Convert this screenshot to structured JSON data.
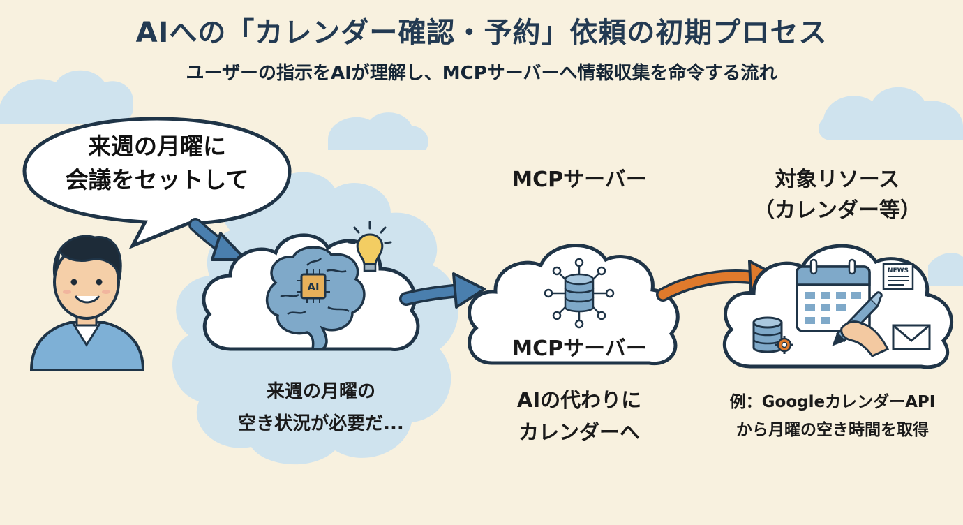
{
  "title": "AIへの「カレンダー確認・予約」依頼の初期プロセス",
  "subtitle": "ユーザーの指示をAIが理解し、MCPサーバーへ情報収集を命令する流れ",
  "user_bubble": {
    "line1": "来週の月曜に",
    "line2": "会議をセットして"
  },
  "ai_node": {
    "chip_label": "AI",
    "caption_line1": "来週の月曜の",
    "caption_line2": "空き状況が必要だ..."
  },
  "mcp_node": {
    "heading": "MCPサーバー",
    "label": "MCPサーバー",
    "caption_line1": "AIの代わりに",
    "caption_line2": "カレンダーへ"
  },
  "resource_node": {
    "heading_line1": "対象リソース",
    "heading_line2": "（カレンダー等）",
    "news_label": "NEWS",
    "caption_line1": "例：GoogleカレンダーAPI",
    "caption_line2": "から月曜の空き時間を取得"
  },
  "colors": {
    "background": "#f8f1df",
    "cloud_fill": "#cfe3ee",
    "outline": "#1f3447",
    "blue_arrow": "#4a7fae",
    "orange_arrow": "#e07a2c",
    "brain": "#7fa9c9"
  },
  "icons": [
    "person-icon",
    "speech-bubble-icon",
    "brain-icon",
    "lightbulb-icon",
    "database-hub-icon",
    "calendar-icon",
    "news-icon",
    "envelope-icon",
    "pen-hand-icon",
    "database-gear-icon"
  ]
}
